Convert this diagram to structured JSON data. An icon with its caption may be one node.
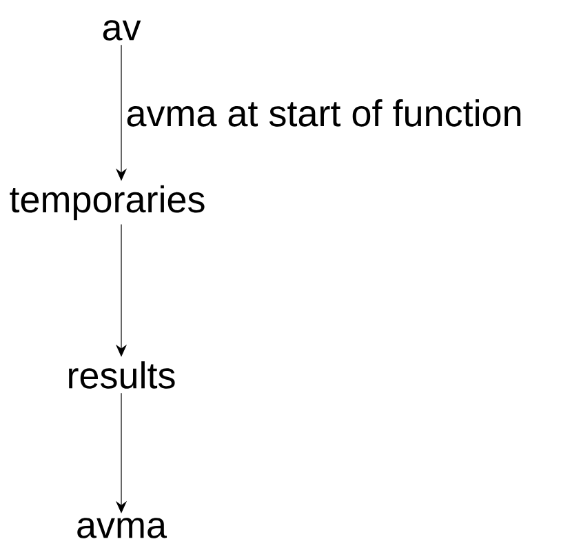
{
  "diagram": {
    "nodes": [
      {
        "text": [
          "av"
        ]
      },
      {
        "text": [
          "temporaries"
        ]
      },
      {
        "text": [
          "results"
        ]
      },
      {
        "text": [
          "avma"
        ]
      }
    ],
    "edges": [
      {
        "from": 0,
        "to": 1,
        "arrow": "to",
        "label": "avma at start of function"
      },
      {
        "from": 1,
        "to": 2,
        "arrow": "to"
      },
      {
        "from": 2,
        "to": 3,
        "arrow": "to"
      }
    ]
  }
}
